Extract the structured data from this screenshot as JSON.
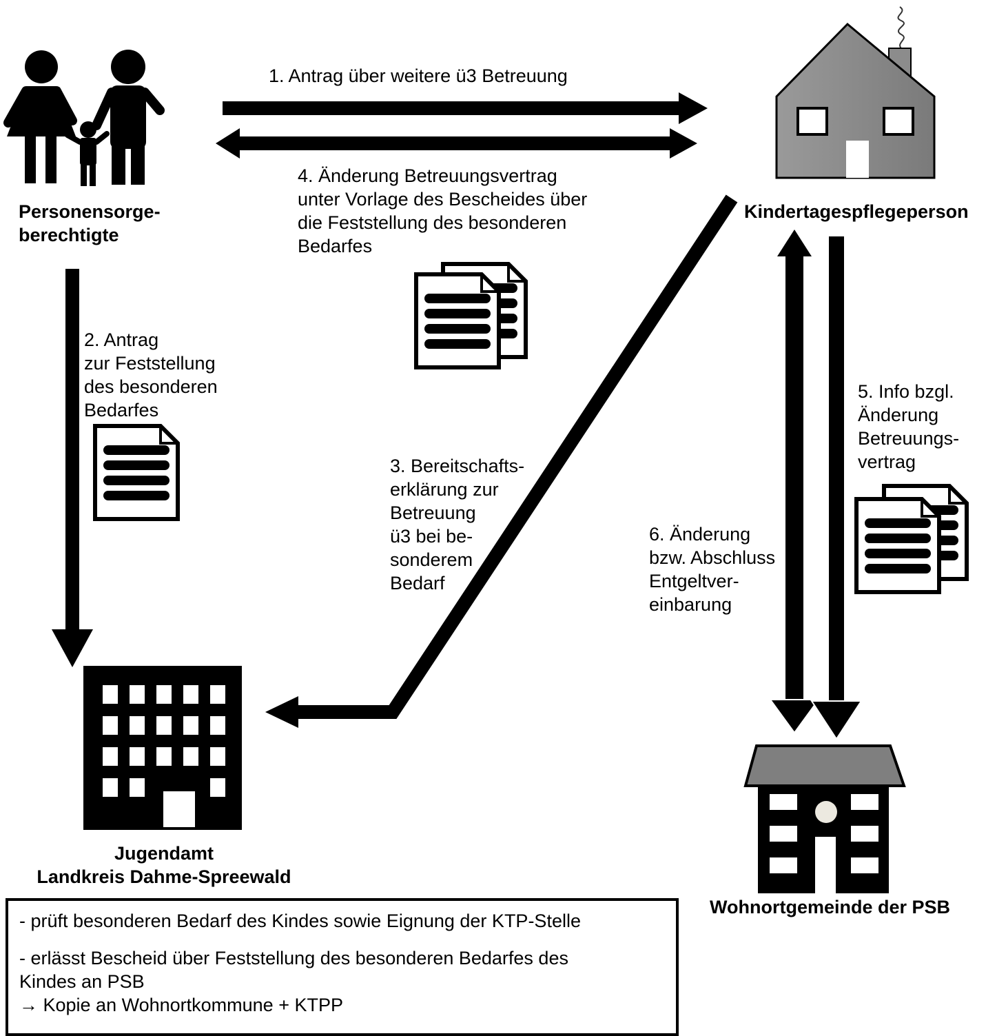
{
  "nodes": {
    "parents": "Personensorge-\nberechtigte",
    "daycare": "Kindertagespflegeperson",
    "youth_office": "Jugendamt\nLandkreis Dahme-Spreewald",
    "municipality": "Wohnortgemeinde der PSB"
  },
  "steps": {
    "step1": "1. Antrag über weitere ü3 Betreuung",
    "step2": "2. Antrag\nzur Feststellung\ndes besonderen\nBedarfes",
    "step3": "3. Bereitschafts-\nerklärung zur\nBetreuung\nü3 bei be-\nsonderem\nBedarf",
    "step4": "4. Änderung Betreuungsvertrag\nunter Vorlage des Bescheides über\ndie Feststellung des besonderen\nBedarfes",
    "step5": "5. Info bzgl.\nÄnderung\nBetreuungs-\nvertrag",
    "step6": "6. Änderung\nbzw. Abschluss\nEntgeltver-\neinbarung"
  },
  "notes": {
    "item1": "- prüft besonderen Bedarf des Kindes sowie Eignung der KTP-Stelle",
    "item2": "- erlässt Bescheid über Feststellung des besonderen Bedarfes des\n  Kindes an PSB",
    "item3": " → Kopie an Wohnortkommune + KTPP"
  },
  "colors": {
    "house_fill": "#8c8c8c",
    "roof_fill": "#7f7f7f",
    "door_knob": "#ece9e0"
  },
  "icons": [
    "family-icon",
    "house-icon",
    "office-building-icon",
    "town-hall-icon",
    "document-icon",
    "documents-stack-icon"
  ]
}
